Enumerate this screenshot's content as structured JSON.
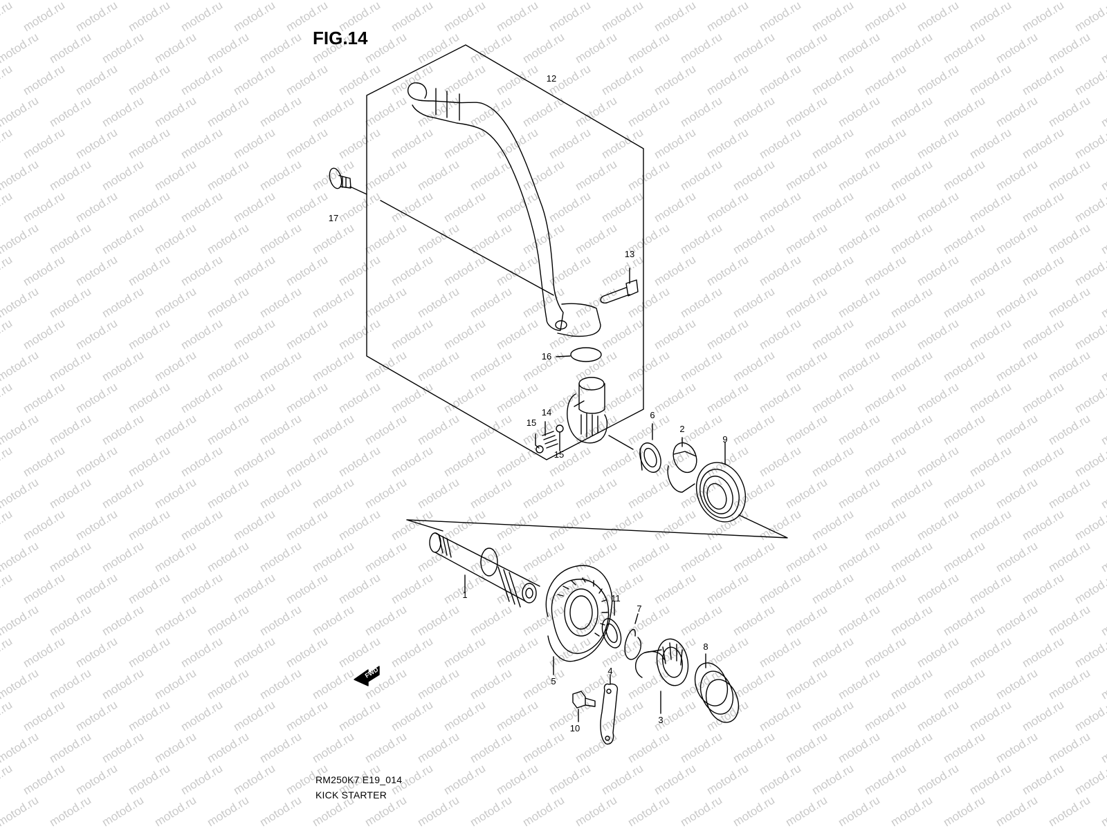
{
  "figure": {
    "title": "FIG.14",
    "model_code": "RM250K7 E19_014",
    "name": "KICK STARTER"
  },
  "watermark": "motod.ru",
  "arrow_label": "FWD",
  "callouts": [
    "1",
    "2",
    "3",
    "4",
    "5",
    "6",
    "7",
    "8",
    "9",
    "10",
    "11",
    "12",
    "13",
    "14",
    "15",
    "15",
    "16",
    "17"
  ],
  "colors": {
    "line": "#000000",
    "watermark": "#c9c9c9",
    "background": "#ffffff"
  }
}
